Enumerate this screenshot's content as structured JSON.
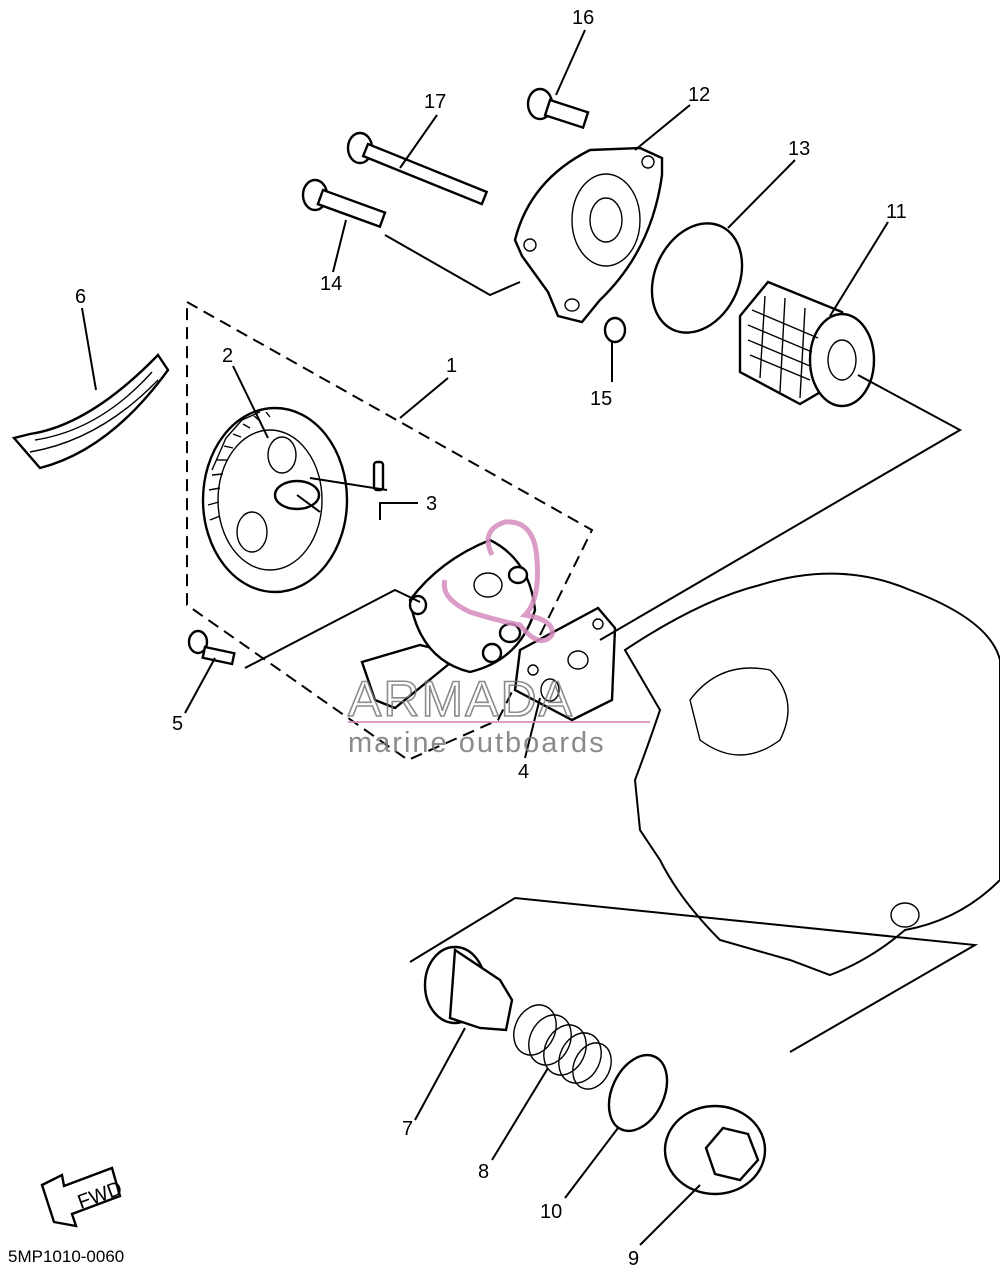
{
  "diagram_code": "5MP1010-0060",
  "fwd_label": "FWD",
  "watermark": {
    "brand": "ARMADA",
    "tagline": "marine outboards"
  },
  "callouts": [
    "1",
    "2",
    "3",
    "4",
    "5",
    "6",
    "7",
    "8",
    "9",
    "10",
    "11",
    "12",
    "13",
    "14",
    "15",
    "16",
    "17"
  ]
}
